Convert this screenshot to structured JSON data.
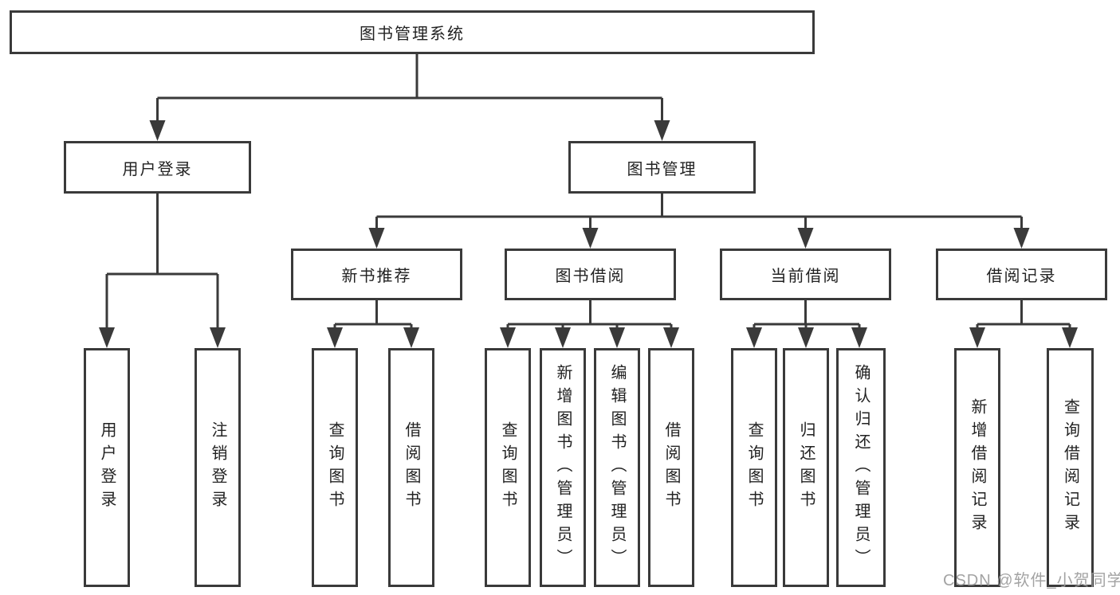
{
  "diagram": {
    "title": "图书管理系统",
    "level1": {
      "user_login": "用户登录",
      "book_management": "图书管理"
    },
    "level2": {
      "new_books": "新书推荐",
      "borrowing": "图书借阅",
      "current": "当前借阅",
      "records": "借阅记录"
    },
    "leaves": {
      "user_login": [
        "用户登录",
        "注销登录"
      ],
      "new_books": [
        "查询图书",
        "借阅图书"
      ],
      "borrowing": [
        "查询图书",
        "新增图书（管理员）",
        "编辑图书（管理员）",
        "借阅图书"
      ],
      "current": [
        "查询图书",
        "归还图书",
        "确认归还（管理员）"
      ],
      "records": [
        "新增借阅记录",
        "查询借阅记录"
      ]
    }
  },
  "watermark": "CSDN @软件_小贺同学",
  "colors": {
    "line": "#3a3a3a",
    "box_border": "#3a3a3a",
    "text": "#222222",
    "watermark": "#9b9b9b",
    "background": "#ffffff"
  }
}
